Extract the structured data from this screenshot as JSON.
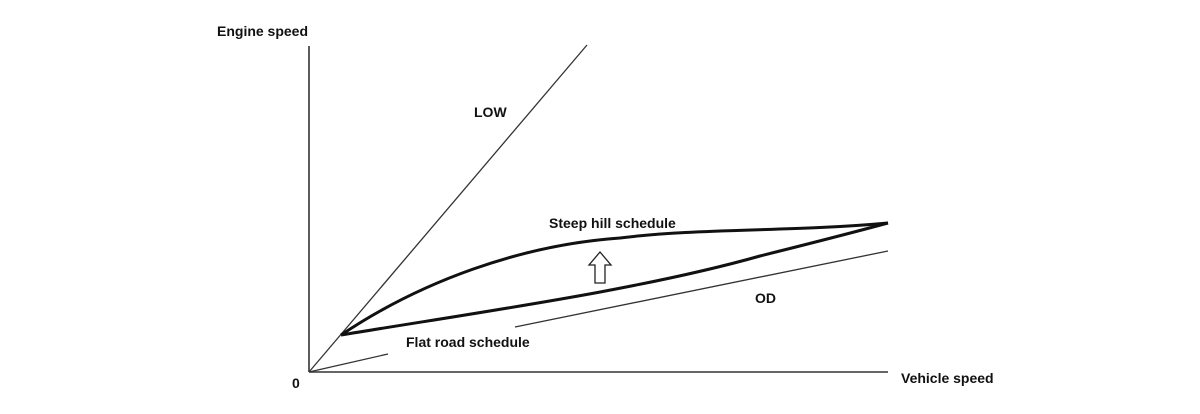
{
  "diagram": {
    "axes": {
      "y_label": "Engine speed",
      "x_label": "Vehicle speed",
      "origin_label": "0"
    },
    "lines": {
      "low_label": "LOW",
      "od_label": "OD"
    },
    "schedules": {
      "steep_hill_label": "Steep hill schedule",
      "flat_road_label": "Flat road schedule",
      "shift_direction_icon": "up-arrow-outline-icon"
    },
    "colors": {
      "line": "#111111",
      "thin_line": "#333333",
      "arrow_fill": "#ffffff"
    }
  }
}
